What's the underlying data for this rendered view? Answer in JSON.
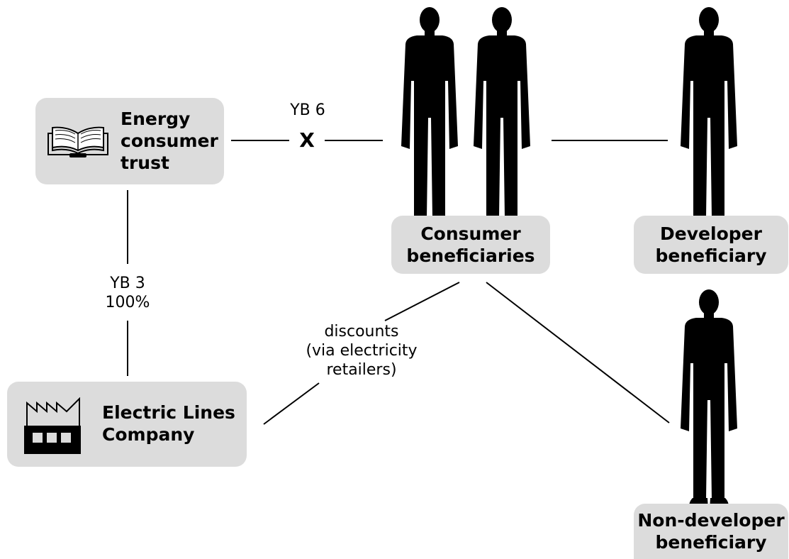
{
  "nodes": {
    "trust": {
      "label": "Energy consumer trust",
      "icon": "open-book-icon"
    },
    "elc": {
      "label": "Electric Lines Company",
      "icon": "factory-icon"
    },
    "consumers": {
      "label": "Consumer beneficiaries",
      "icon": "person-silhouette-icon"
    },
    "developer": {
      "label": "Developer beneficiary",
      "icon": "person-silhouette-icon"
    },
    "nondeveloper": {
      "label": "Non-developer beneficiary",
      "icon": "person-silhouette-icon"
    }
  },
  "edges": {
    "trust_consumers": {
      "label": "YB 6",
      "mark": "X"
    },
    "trust_elc": {
      "label_line1": "YB 3",
      "label_line2": "100%"
    },
    "elc_consumers": {
      "label_line1": "discounts",
      "label_line2": "(via electricity",
      "label_line3": "retailers)"
    }
  },
  "colors": {
    "box_fill": "#dcdcdc",
    "line": "#000000",
    "silhouette": "#000000"
  }
}
